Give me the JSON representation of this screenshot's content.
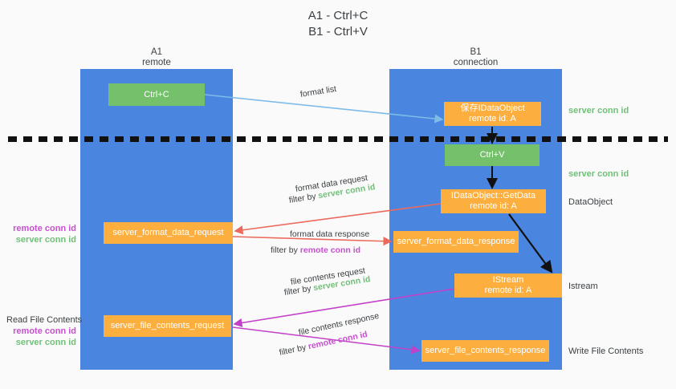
{
  "title": {
    "line1": "A1 - Ctrl+C",
    "line2": "B1 - Ctrl+V"
  },
  "lanes": [
    {
      "name": "A1",
      "subtitle": "remote"
    },
    {
      "name": "B1",
      "subtitle": "connection"
    }
  ],
  "boxes": {
    "ctrl_c": "Ctrl+C",
    "store_dataobject_line1": "保存IDataObject",
    "store_dataobject_line2": "remote id: A",
    "ctrl_v": "Ctrl+V",
    "getdata_line1": "IDataObject::GetData",
    "getdata_line2": "remote id: A",
    "server_format_data_request": "server_format_data_request",
    "server_format_data_response": "server_format_data_response",
    "istream_line1": "IStream",
    "istream_line2": "remote id: A",
    "server_file_contents_request": "server_file_contents_request",
    "server_file_contents_response": "server_file_contents_response"
  },
  "edge_labels": {
    "format_list": "format list",
    "format_data_request": "format data request",
    "format_data_request_filter_prefix": "filter by ",
    "format_data_request_filter_key": "server conn id",
    "format_data_response": "format data response",
    "format_data_response_filter_prefix": "filter by ",
    "format_data_response_filter_key": "remote conn id",
    "file_contents_request": "file contents request",
    "file_contents_request_filter_prefix": "filter by ",
    "file_contents_request_filter_key": "server conn id",
    "file_contents_response": "file contents response",
    "file_contents_response_filter_prefix": "filter by ",
    "file_contents_response_filter_key": "remote conn id"
  },
  "annotations": {
    "right_server_conn_id_1": "server conn id",
    "right_server_conn_id_2": "server conn id",
    "right_dataobject": "DataObject",
    "right_istream": "Istream",
    "right_write_file_contents": "Write File Contents",
    "left_remote_conn_id_1": "remote conn id",
    "left_server_conn_id_1": "server conn id",
    "left_read_file_contents": "Read File Contents",
    "left_remote_conn_id_2": "remote conn id",
    "left_server_conn_id_2": "server conn id"
  },
  "colors": {
    "lane": "#4a86e0",
    "green_box": "#75c06b",
    "orange_box": "#fcaf3e",
    "server_conn_id": "#6ec177",
    "remote_conn_id": "#c94fd1",
    "arrow_blue": "#7ebbe8",
    "arrow_red": "#ec6a5c",
    "arrow_magenta": "#c340c9",
    "arrow_black": "#111111",
    "background": "#fafafa"
  }
}
